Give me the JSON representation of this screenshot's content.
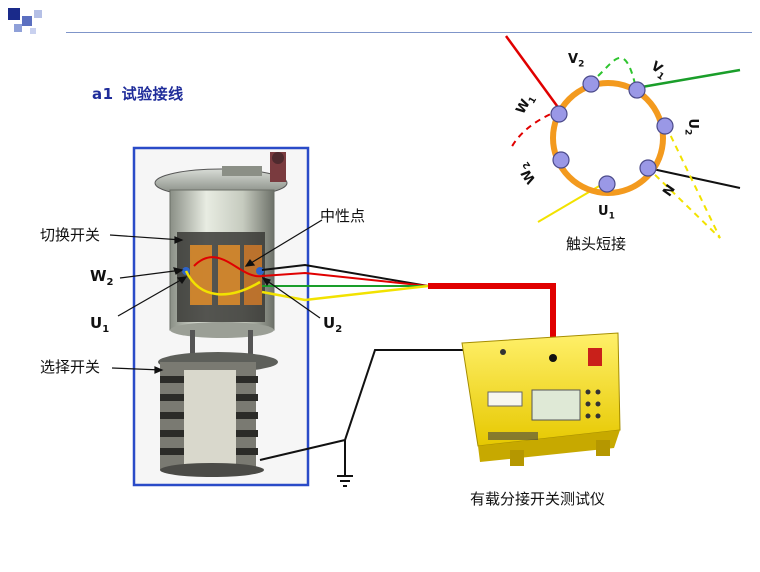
{
  "title": {
    "number": "a1",
    "text": "试验接线"
  },
  "labels": {
    "switch_over": "切换开关",
    "neutral_point": "中性点",
    "selector_switch": "选择开关",
    "w2_main": "W",
    "w2_sub": "2",
    "u1_main": "U",
    "u1_sub": "1",
    "u2_main": "U",
    "u2_sub": "2",
    "contact_short": "触头短接",
    "tester": "有载分接开关测试仪"
  },
  "ring_labels": {
    "v2": {
      "main": "V",
      "sub": "2"
    },
    "v1": {
      "main": "V",
      "sub": "1"
    },
    "w1": {
      "main": "W",
      "sub": "1"
    },
    "u2": {
      "main": "U",
      "sub": "2"
    },
    "w2": {
      "main": "W",
      "sub": "2"
    },
    "n": {
      "main": "N",
      "sub": ""
    },
    "u1": {
      "main": "U",
      "sub": "1"
    }
  },
  "colors": {
    "title": "#1f2c9a",
    "frame_blue": "#2a4bc8",
    "wire_red": "#e00000",
    "wire_yellow": "#f2e200",
    "wire_green": "#1a9e2a",
    "wire_black": "#111111",
    "ring_orange": "#f39a1e",
    "node_purple": "#9a98e6"
  }
}
